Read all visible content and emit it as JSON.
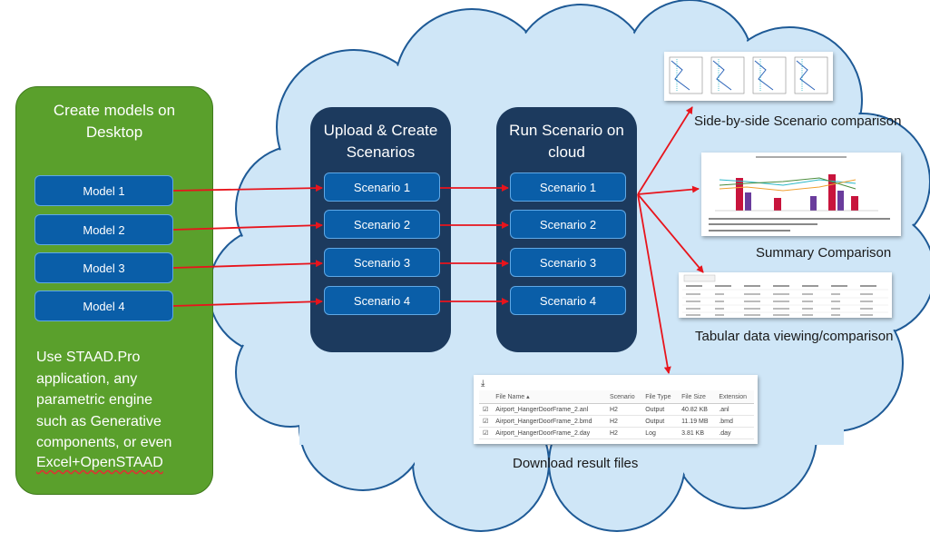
{
  "desktop_panel": {
    "title": "Create models on\nDesktop",
    "models": [
      "Model 1",
      "Model 2",
      "Model 3",
      "Model 4"
    ],
    "description": "Use STAAD.Pro\napplication, any\nparametric engine\nsuch as Generative\ncomponents, or even",
    "description_last": "Excel+OpenSTAAD"
  },
  "upload_panel": {
    "title": "Upload & Create\nScenarios",
    "scenarios": [
      "Scenario 1",
      "Scenario 2",
      "Scenario 3",
      "Scenario 4"
    ]
  },
  "run_panel": {
    "title": "Run Scenario on\ncloud",
    "scenarios": [
      "Scenario 1",
      "Scenario 2",
      "Scenario 3",
      "Scenario 4"
    ]
  },
  "outputs": {
    "side_by_side": "Side-by-side Scenario comparison",
    "summary": "Summary Comparison",
    "tabular": "Tabular data viewing/comparison",
    "download": "Download result files"
  },
  "file_table": {
    "columns": [
      "File Name ▴",
      "Scenario",
      "File Type",
      "File Size",
      "Extension"
    ],
    "rows": [
      [
        "Airport_HangerDoorFrame_2.anl",
        "H2",
        "Output",
        "40.82 KB",
        ".anl"
      ],
      [
        "Airport_HangerDoorFrame_2.bmd",
        "H2",
        "Output",
        "11.19 MB",
        ".bmd"
      ],
      [
        "Airport_HangerDoorFrame_2.day",
        "H2",
        "Log",
        "3.81 KB",
        ".day"
      ]
    ]
  },
  "colors": {
    "green_panel": "#5aa02c",
    "dark_panel": "#1c3a5e",
    "box": "#0a5ea8",
    "arrow": "#e8141c",
    "cloud_fill": "#cfe6f7",
    "cloud_stroke": "#1e5a96"
  }
}
